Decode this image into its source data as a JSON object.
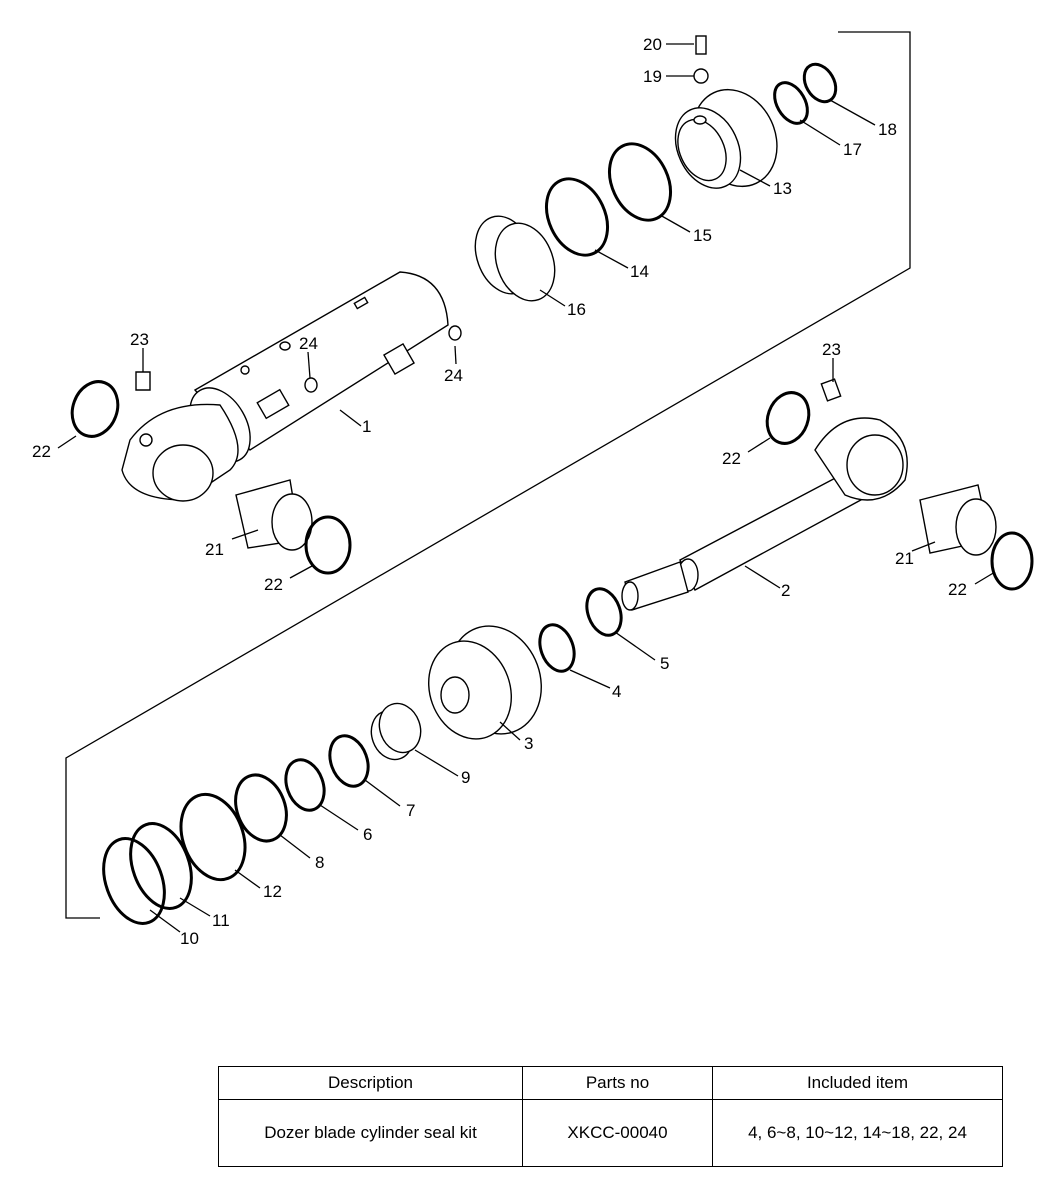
{
  "labels": [
    "1",
    "2",
    "3",
    "4",
    "5",
    "6",
    "7",
    "8",
    "9",
    "10",
    "11",
    "12",
    "13",
    "14",
    "15",
    "16",
    "17",
    "18",
    "19",
    "20",
    "21",
    "21",
    "22",
    "22",
    "22",
    "22",
    "23",
    "23",
    "24",
    "24"
  ],
  "table": {
    "headers": [
      "Description",
      "Parts no",
      "Included item"
    ],
    "rows": [
      [
        "Dozer blade cylinder seal kit",
        "XKCC-00040",
        "4, 6~8, 10~12, 14~18, 22, 24"
      ]
    ]
  }
}
